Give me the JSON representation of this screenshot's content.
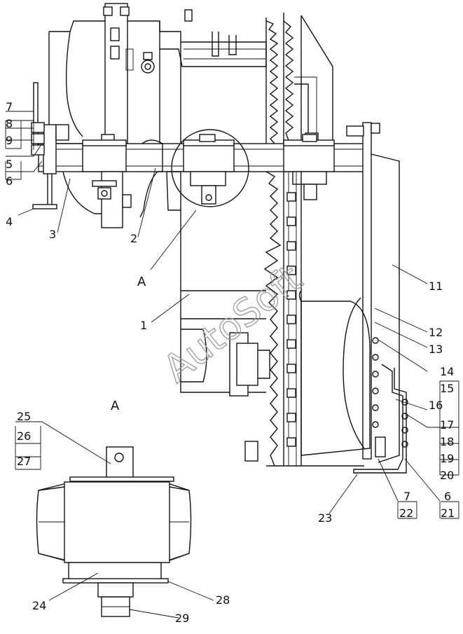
{
  "section_title": "A",
  "section_marker": "A",
  "watermark": "AutoSoft",
  "callouts": {
    "c1": "1",
    "c2": "2",
    "c3": "3",
    "c4": "4",
    "c5": "5",
    "c6": "6",
    "c7": "7",
    "c8": "8",
    "c9": "9",
    "c11": "11",
    "c12": "12",
    "c13": "13",
    "c14": "14",
    "c15": "15",
    "c16": "16",
    "c17": "17",
    "c18": "18",
    "c19": "19",
    "c20": "20",
    "c21": "21",
    "c22": "22",
    "c23": "23",
    "c24": "24",
    "c25": "25",
    "c26": "26",
    "c27": "27",
    "c28": "28",
    "c29": "29",
    "c6b": "6",
    "c7b": "7"
  }
}
